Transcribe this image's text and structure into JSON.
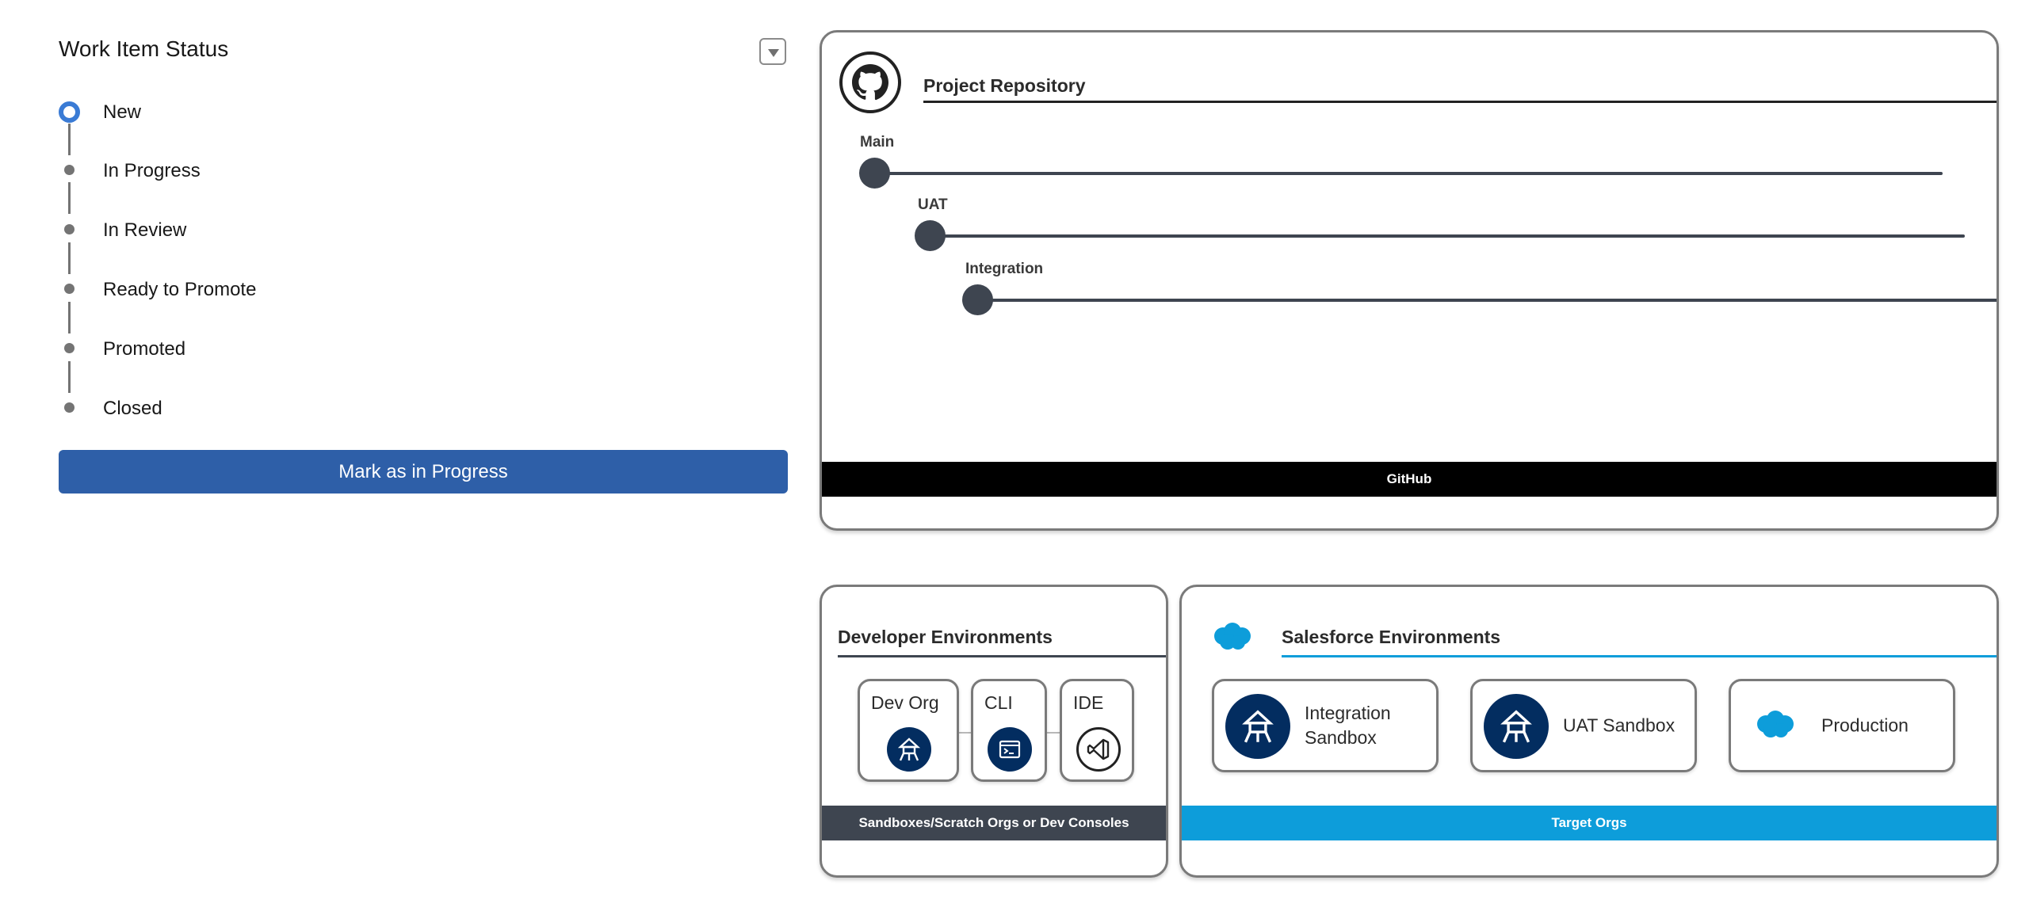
{
  "work_item_status": {
    "title": "Work Item Status",
    "steps": [
      {
        "label": "New",
        "state": "current"
      },
      {
        "label": "In Progress",
        "state": "upcoming"
      },
      {
        "label": "In Review",
        "state": "upcoming"
      },
      {
        "label": "Ready to Promote",
        "state": "upcoming"
      },
      {
        "label": "Promoted",
        "state": "upcoming"
      },
      {
        "label": "Closed",
        "state": "upcoming"
      }
    ],
    "action_button": "Mark as in Progress",
    "icons": {
      "dropdown": "chevron-down-icon"
    }
  },
  "repository": {
    "title": "Project Repository",
    "logo_icon": "github-octocat-icon",
    "branches": [
      {
        "label": "Main"
      },
      {
        "label": "UAT"
      },
      {
        "label": "Integration"
      }
    ],
    "footer": "GitHub"
  },
  "developer_environments": {
    "title": "Developer Environments",
    "tools": [
      {
        "label": "Dev Org",
        "icon": "sandbox-icon"
      },
      {
        "label": "CLI",
        "icon": "terminal-icon"
      },
      {
        "label": "IDE",
        "icon": "vscode-icon"
      }
    ],
    "footer": "Sandboxes/Scratch Orgs or Dev Consoles"
  },
  "salesforce_environments": {
    "title": "Salesforce Environments",
    "logo_icon": "salesforce-cloud-icon",
    "environments": [
      {
        "label_line1": "Integration",
        "label_line2": "Sandbox",
        "icon": "sandbox-icon"
      },
      {
        "label_line1": "UAT Sandbox",
        "label_line2": "",
        "icon": "sandbox-icon"
      },
      {
        "label_line1": "Production",
        "label_line2": "",
        "icon": "salesforce-logo-icon"
      }
    ],
    "footer": "Target Orgs"
  },
  "colors": {
    "primary_button": "#2e5fa8",
    "current_step_ring": "#3a7bd5",
    "branch_line": "#3e4550",
    "github_footer": "#000000",
    "dev_footer": "#3e4550",
    "salesforce_blue": "#0d9dda",
    "sandbox_icon_bg": "#032d60"
  }
}
